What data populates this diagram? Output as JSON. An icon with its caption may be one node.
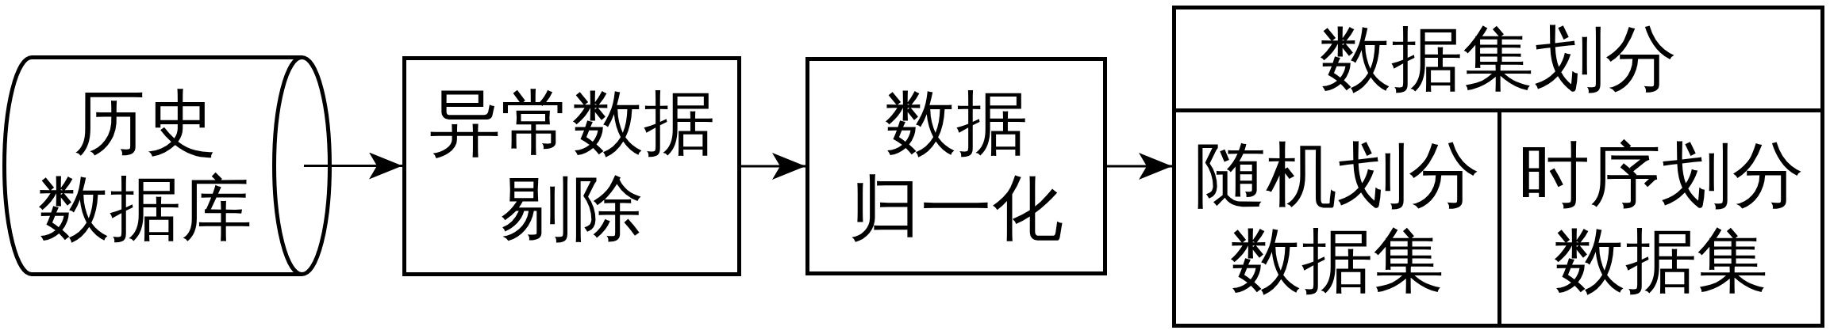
{
  "diagram": {
    "nodes": [
      {
        "text": [
          "历史数据库"
        ]
      },
      {
        "text": [
          "异常数据剔除"
        ]
      },
      {
        "text": [
          "数据归一化"
        ]
      },
      {
        "text": [
          "数据集划分"
        ]
      },
      {
        "text": [
          "随机划分数据集"
        ],
        "in": 3
      },
      {
        "text": [
          "时序划分数据集"
        ],
        "in": 3
      }
    ],
    "edges": [
      {
        "from": 0,
        "to": 1,
        "arrow": "to"
      },
      {
        "from": 1,
        "to": 2,
        "arrow": "to"
      },
      {
        "from": 2,
        "to": 3,
        "arrow": "to"
      }
    ]
  }
}
